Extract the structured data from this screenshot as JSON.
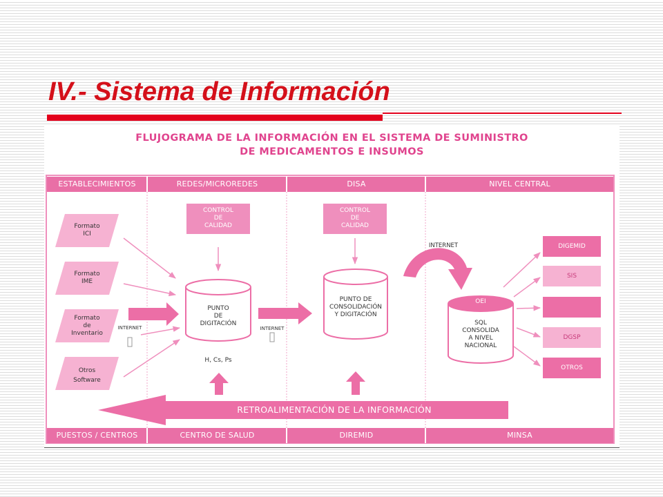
{
  "slide": {
    "title": "IV.- Sistema de Información"
  },
  "diagram": {
    "title_line1": "FLUJOGRAMA DE LA INFORMACIÓN EN EL SISTEMA DE SUMINISTRO",
    "title_line2": "DE MEDICAMENTOS E INSUMOS",
    "columns": [
      {
        "header": "ESTABLECIMIENTOS",
        "footer": "PUESTOS / CENTROS"
      },
      {
        "header": "REDES/MICROREDES",
        "footer": "CENTRO DE SALUD"
      },
      {
        "header": "DISA",
        "footer": "DIREMID"
      },
      {
        "header": "NIVEL CENTRAL",
        "footer": "MINSA"
      }
    ],
    "inputs": [
      {
        "line1": "Formato",
        "line2": "ICI",
        "line3": ""
      },
      {
        "line1": "Formato",
        "line2": "IME",
        "line3": ""
      },
      {
        "line1": "Formato",
        "line2": "de",
        "line3": "Inventario"
      },
      {
        "line1": "Otros",
        "line2": "Software",
        "line3": ""
      }
    ],
    "quality_control": {
      "line1": "CONTROL",
      "line2": "DE",
      "line3": "CALIDAD"
    },
    "digitization_point": {
      "line1": "PUNTO",
      "line2": "DE",
      "line3": "DIGITACIÓN",
      "sub": "H, Cs, Ps"
    },
    "consolidation_point": {
      "line1": "PUNTO DE",
      "line2": "CONSOLIDACIÓN",
      "line3": "Y DIGITACIÓN"
    },
    "internet_label": "INTERNET",
    "central_db": {
      "cap": "OEI",
      "line1": "SQL",
      "line2": "CONSOLIDA",
      "line3": "A NIVEL",
      "line4": "NACIONAL"
    },
    "outputs": [
      "DIGEMID",
      "SIS",
      "",
      "DGSP",
      "OTROS"
    ],
    "feedback": "RETROALIMENTACIÓN DE LA INFORMACIÓN"
  },
  "colors": {
    "accent_red": "#e3001b",
    "pink_dark": "#e96fa6",
    "pink_mid": "#ef8fbd",
    "pink_light": "#f8b9d6"
  }
}
